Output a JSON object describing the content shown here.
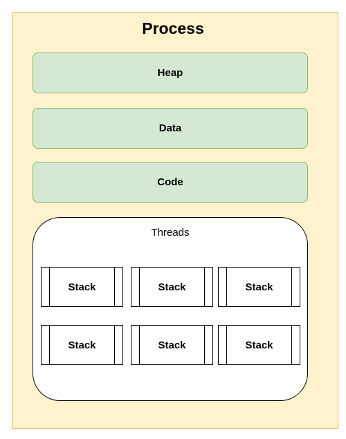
{
  "diagram": {
    "title": "Process",
    "segments": [
      {
        "label": "Heap"
      },
      {
        "label": "Data"
      },
      {
        "label": "Code"
      }
    ],
    "threads": {
      "label": "Threads",
      "stacks": [
        {
          "label": "Stack"
        },
        {
          "label": "Stack"
        },
        {
          "label": "Stack"
        },
        {
          "label": "Stack"
        },
        {
          "label": "Stack"
        },
        {
          "label": "Stack"
        }
      ]
    },
    "colors": {
      "process_fill": "#fff2cc",
      "process_border": "#d6b656",
      "segment_fill": "#d5e8d4",
      "segment_border": "#82b366",
      "threads_fill": "#ffffff",
      "stack_fill": "#ffffff"
    }
  }
}
